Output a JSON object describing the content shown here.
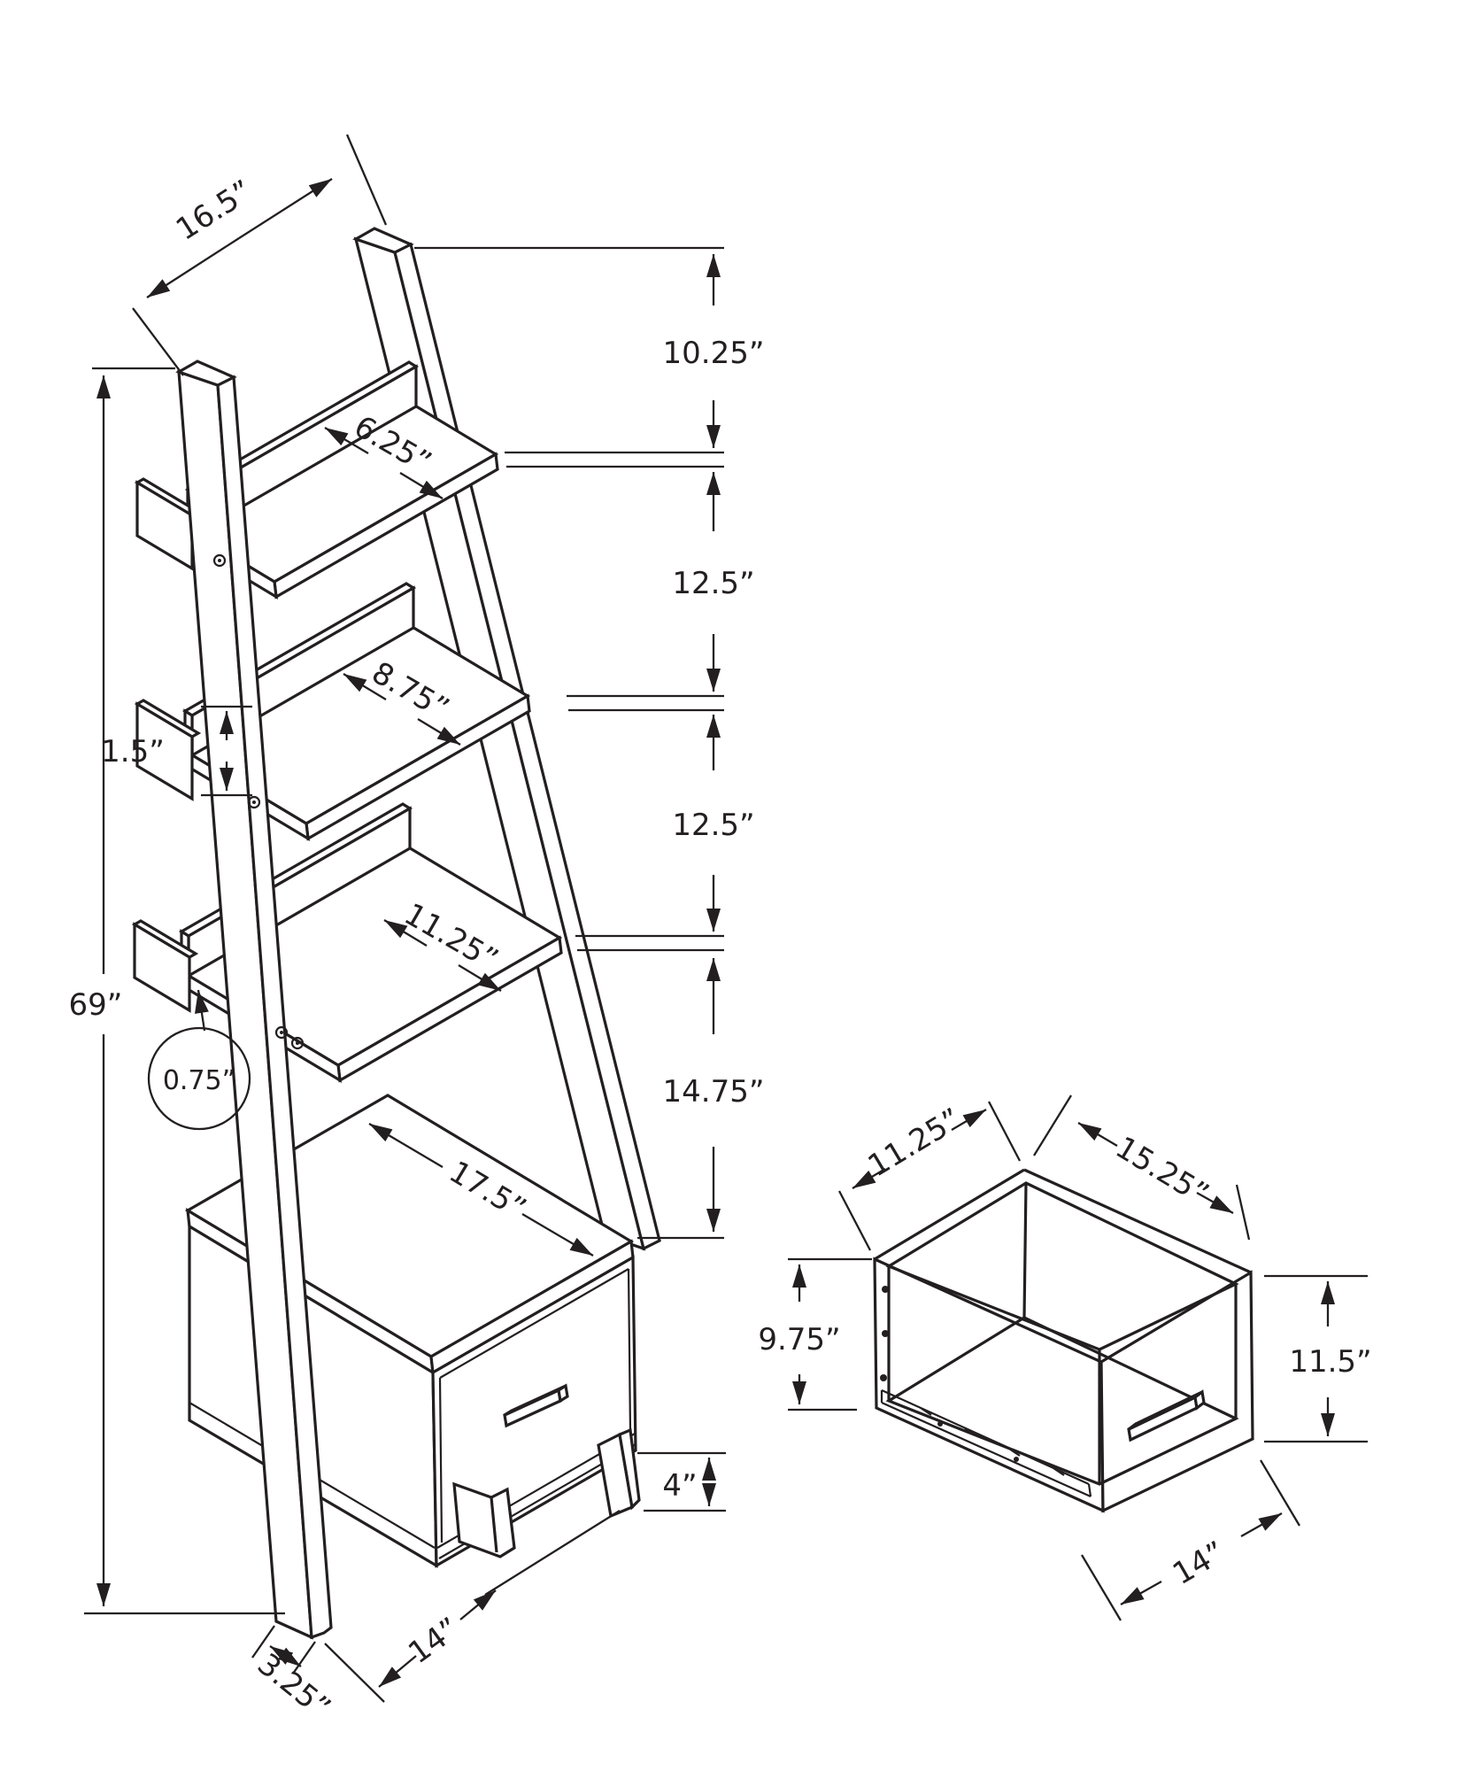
{
  "drawing": {
    "type": "furniture dimension diagram",
    "views": {
      "main": "ladder bookcase with drawer",
      "detail": "drawer box"
    }
  },
  "colors": {
    "line": "#231f20",
    "paper": "#ffffff"
  },
  "annotations": {
    "main": {
      "top_width": "16.5”",
      "gap_top": "10.25”",
      "shelf1_depth": "6.25”",
      "gap_mid_1": "12.5”",
      "shelf2_depth": "8.75”",
      "cleat_height": "1.5”",
      "gap_mid_2": "12.5”",
      "shelf3_depth": "11.25”",
      "gap_bottom": "14.75”",
      "total_height": "69”",
      "panel_thickness": "0.75”",
      "cabinet_top_depth": "17.5”",
      "leg_height": "4”",
      "base_width": "14”",
      "foot_depth": "3.25”"
    },
    "detail": {
      "top_depth": "11.25”",
      "top_width": "15.25”",
      "inner_height": "9.75”",
      "outer_height": "11.5”",
      "bottom_width": "14”"
    }
  }
}
